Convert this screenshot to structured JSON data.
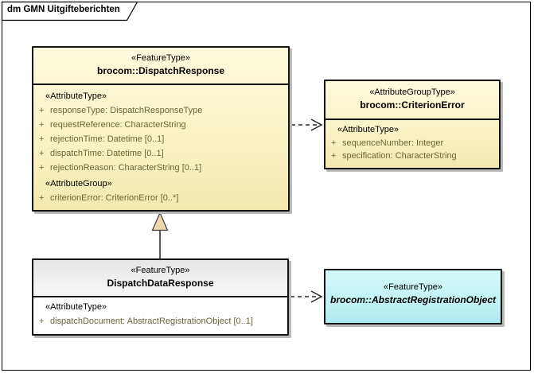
{
  "frame": {
    "title": "dm GMN Uitgifteberichten"
  },
  "colors": {
    "class_fill_yellow": "#f8f0c0",
    "class_fill_cyan": "#c2f2f4",
    "class_fill_gray": "#e5e5e5",
    "box_border": "#141414",
    "attribute_text": "#6e6433",
    "generalization_triangle_fill": "#eed7ad",
    "shadow": "#b9b9b9"
  },
  "classes": {
    "dispatch_response": {
      "stereotype": "«FeatureType»",
      "name": "brocom::DispatchResponse",
      "rows": [
        {
          "kind": "stereo",
          "text": "«AttributeType»"
        },
        {
          "kind": "attr",
          "vis": "+",
          "text": "responseType: DispatchResponseType"
        },
        {
          "kind": "attr",
          "vis": "+",
          "text": "requestReference: CharacterString"
        },
        {
          "kind": "attr",
          "vis": "+",
          "text": "rejectionTime: Datetime [0..1]"
        },
        {
          "kind": "attr",
          "vis": "+",
          "text": "dispatchTime: Datetime [0..1]"
        },
        {
          "kind": "attr",
          "vis": "+",
          "text": "rejectionReason: CharacterString [0..1]"
        },
        {
          "kind": "stereo",
          "text": "«AttributeGroup»"
        },
        {
          "kind": "attr",
          "vis": "+",
          "text": "criterionError: CriterionError [0..*]"
        }
      ]
    },
    "criterion_error": {
      "stereotype": "«AttributeGroupType»",
      "name": "brocom::CriterionError",
      "rows": [
        {
          "kind": "stereo",
          "text": "«AttributeType»"
        },
        {
          "kind": "attr",
          "vis": "+",
          "text": "sequenceNumber: Integer"
        },
        {
          "kind": "attr",
          "vis": "+",
          "text": "specification: CharacterString"
        }
      ]
    },
    "dispatch_data_response": {
      "stereotype": "«FeatureType»",
      "name": "DispatchDataResponse",
      "rows": [
        {
          "kind": "stereo",
          "text": "«AttributeType»"
        },
        {
          "kind": "attr",
          "vis": "+",
          "text": "dispatchDocument: AbstractRegistrationObject [0..1]"
        }
      ]
    },
    "abstract_registration_object": {
      "stereotype": "«FeatureType»",
      "name": "brocom::AbstractRegistrationObject"
    }
  },
  "connectors": {
    "generalization": {
      "type": "generalization",
      "from": "DispatchDataResponse",
      "to": "brocom::DispatchResponse"
    },
    "dependency_criterion_error": {
      "type": "dependency",
      "from": "brocom::DispatchResponse",
      "to": "brocom::CriterionError"
    },
    "dependency_abstract_registration_object": {
      "type": "dependency",
      "from": "DispatchDataResponse",
      "to": "brocom::AbstractRegistrationObject"
    }
  }
}
